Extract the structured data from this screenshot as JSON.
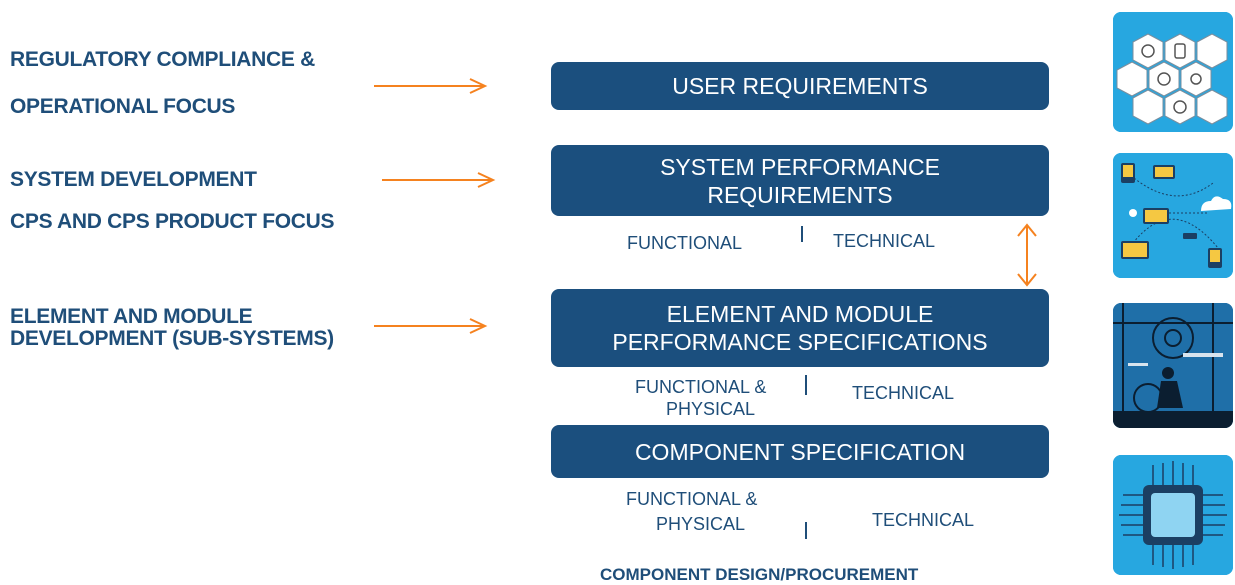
{
  "left": {
    "l1": "REGULATORY COMPLIANCE &",
    "l2": "OPERATIONAL FOCUS",
    "l3": "SYSTEM DEVELOPMENT",
    "l4": "CPS AND CPS PRODUCT FOCUS",
    "l5": "ELEMENT AND MODULE",
    "l6": "DEVELOPMENT (SUB-SYSTEMS)"
  },
  "boxes": {
    "user": "USER REQUIREMENTS",
    "system_1": "SYSTEM PERFORMANCE",
    "system_2": "REQUIREMENTS",
    "element_1": "ELEMENT AND MODULE",
    "element_2": "PERFORMANCE SPECIFICATIONS",
    "component": "COMPONENT SPECIFICATION"
  },
  "subs": {
    "functional": "FUNCTIONAL",
    "technical": "TECHNICAL",
    "functional_amp": "FUNCTIONAL &",
    "physical": "PHYSICAL"
  },
  "bottom": "COMPONENT DESIGN/PROCUREMENT",
  "colors": {
    "navy": "#1b4f7e",
    "arrow": "#f5821f",
    "tile": "#27a7e0"
  },
  "icons": [
    "technology-hexagon-icon",
    "connected-devices-icon",
    "industrial-worker-icon",
    "microchip-icon"
  ]
}
